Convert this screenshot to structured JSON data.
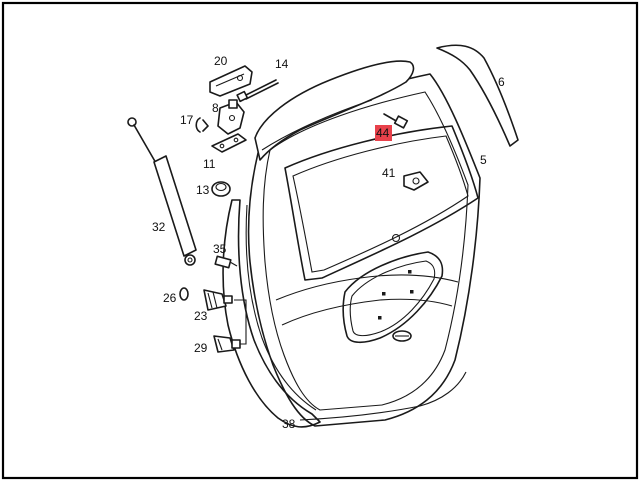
{
  "callouts": [
    {
      "id": "c20",
      "text": "20"
    },
    {
      "id": "c14",
      "text": "14"
    },
    {
      "id": "c8",
      "text": "8"
    },
    {
      "id": "c17",
      "text": "17"
    },
    {
      "id": "c11",
      "text": "11"
    },
    {
      "id": "c13",
      "text": "13"
    },
    {
      "id": "c32",
      "text": "32"
    },
    {
      "id": "c35",
      "text": "35"
    },
    {
      "id": "c26",
      "text": "26"
    },
    {
      "id": "c23",
      "text": "23"
    },
    {
      "id": "c29",
      "text": "29"
    },
    {
      "id": "c38",
      "text": "38"
    },
    {
      "id": "c44",
      "text": "44",
      "highlighted": true
    },
    {
      "id": "c41",
      "text": "41"
    },
    {
      "id": "c5",
      "text": "5"
    },
    {
      "id": "c6",
      "text": "6"
    }
  ],
  "colors": {
    "highlight": "#e8414b",
    "line": "#1a1a1a",
    "frame": "#000000",
    "background": "#ffffff"
  }
}
